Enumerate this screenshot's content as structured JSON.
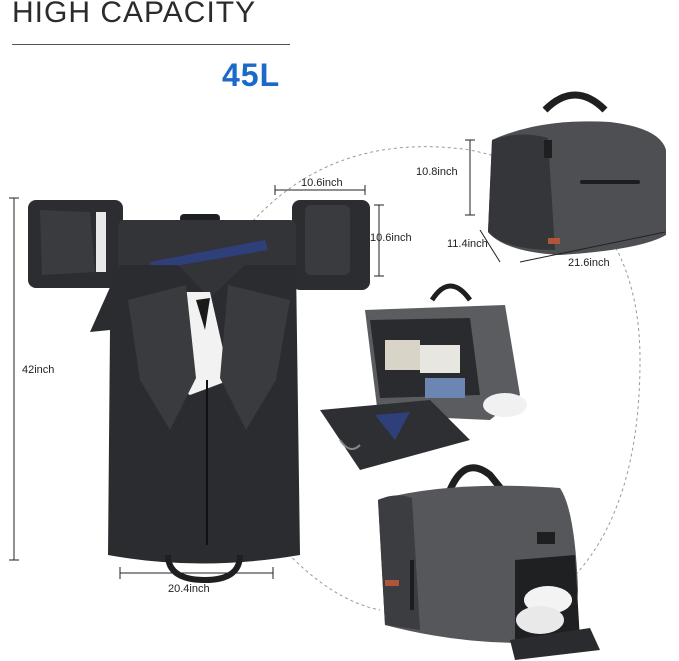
{
  "header": {
    "title": "HIGH CAPACITY",
    "capacity": "45L"
  },
  "dimensions": {
    "garment_length": "42inch",
    "garment_width": "20.4inch",
    "pocket_width": "10.6inch",
    "pocket_height": "10.6inch",
    "bag_height": "10.8inch",
    "bag_depth": "11.4inch",
    "bag_length": "21.6inch"
  },
  "colors": {
    "accent": "#1b69c9",
    "bag_dark": "#2f3033",
    "bag_grey": "#5b5d61",
    "text": "#2b2b2b"
  }
}
